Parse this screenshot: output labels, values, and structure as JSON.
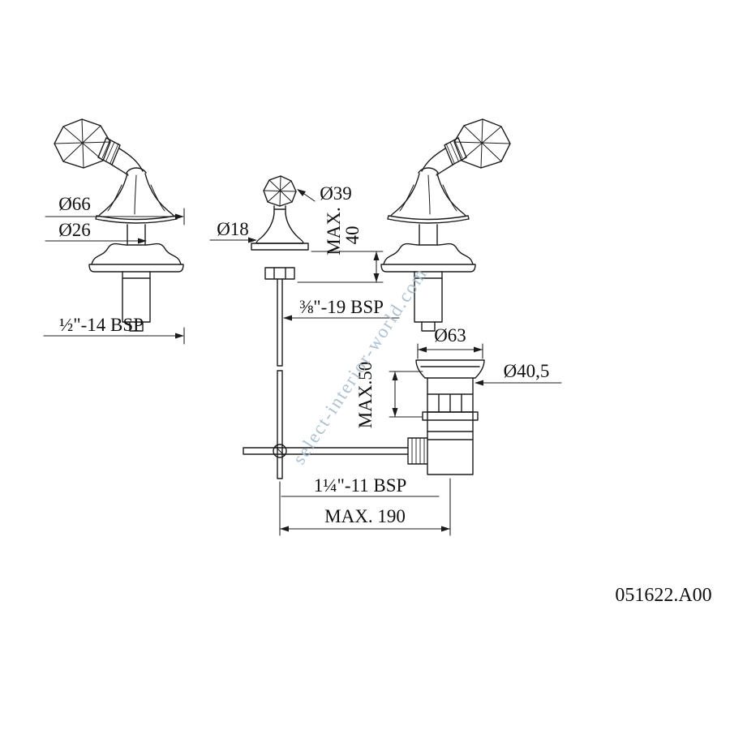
{
  "drawing": {
    "product_code": "051622.A00",
    "watermark": "select-interior-world.com",
    "dims": {
      "left_d66": "Ø66",
      "left_d26": "Ø26",
      "left_thread": "½\"-14 BSP",
      "center_d18": "Ø18",
      "center_d39": "Ø39",
      "center_max_label": "MAX.",
      "center_max_value": "40",
      "center_thread": "⅜\"-19 BSP",
      "drain_d63": "Ø63",
      "drain_d405": "Ø40,5",
      "drain_max50": "MAX.50",
      "drain_thread": "1¼\"-11 BSP",
      "spread_max190": "MAX. 190"
    }
  }
}
